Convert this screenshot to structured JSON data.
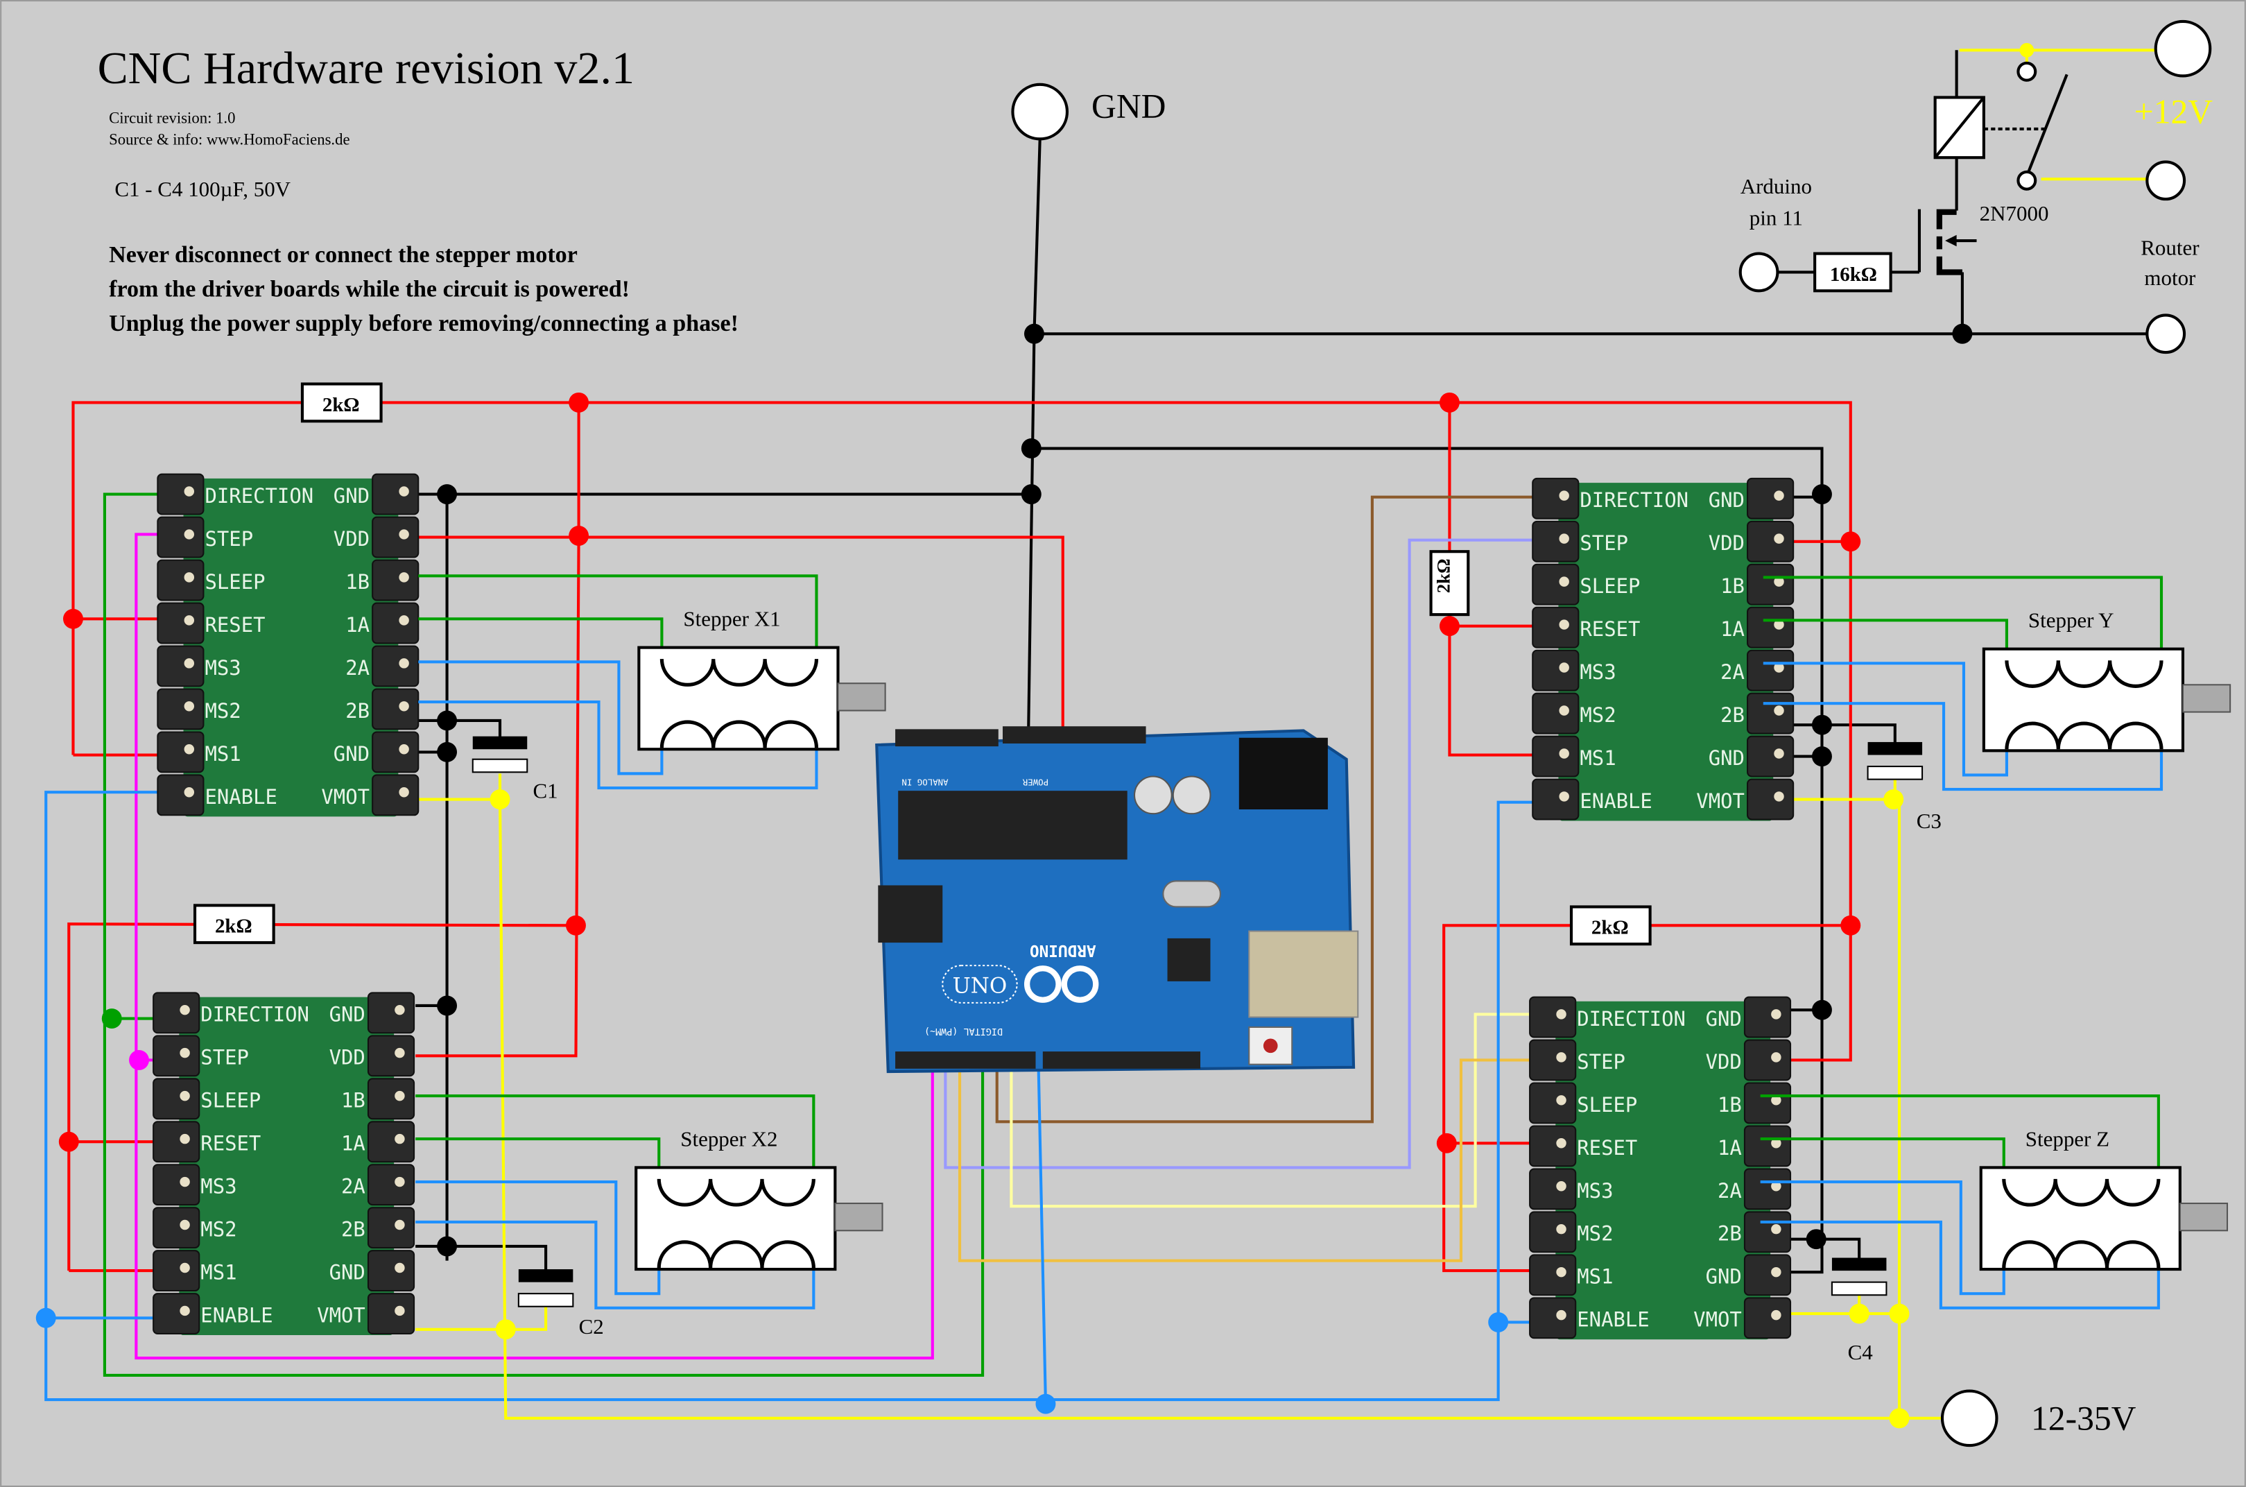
{
  "title": "CNC Hardware revision v2.1",
  "circuit_revision": "Circuit revision: 1.0",
  "source": "Source & info: www.HomoFaciens.de",
  "capacitor_spec": "C1 - C4 100µF, 50V",
  "warnings": [
    "Never disconnect or connect the stepper motor",
    "from the driver boards while the circuit is powered!",
    "Unplug the power supply before removing/connecting a phase!"
  ],
  "terminals": {
    "gnd": "GND",
    "plus12v": "+12V",
    "supply": "12-35V",
    "arduino_pin_line1": "Arduino",
    "arduino_pin_line2": "pin 11",
    "router_line1": "Router",
    "router_line2": "motor"
  },
  "components": {
    "mosfet": "2N7000",
    "r_gate": "16kΩ",
    "r_pullup": "2kΩ",
    "capacitors": [
      "C1",
      "C2",
      "C3",
      "C4"
    ]
  },
  "steppers": [
    "Stepper X1",
    "Stepper X2",
    "Stepper Y",
    "Stepper Z"
  ],
  "driver_pins": {
    "left": [
      "DIRECTION",
      "STEP",
      "SLEEP",
      "RESET",
      "MS3",
      "MS2",
      "MS1",
      "ENABLE"
    ],
    "right": [
      "GND",
      "VDD",
      "1B",
      "1A",
      "2A",
      "2B",
      "GND",
      "VMOT"
    ]
  },
  "arduino": {
    "brand": "ARDUINO",
    "model": "UNO",
    "digital_label": "DIGITAL (PWM~)",
    "analog_label": "ANALOG IN",
    "power_label": "POWER"
  },
  "colors": {
    "background": "#cccccc",
    "gnd": "#000000",
    "vdd": "#ff0000",
    "vmot": "#ffff00",
    "enable": "#1e90ff",
    "direction": "#00a000",
    "step": "#ff00ff",
    "board_green": "#1f7a3c",
    "arduino_blue": "#1e6fc0"
  }
}
